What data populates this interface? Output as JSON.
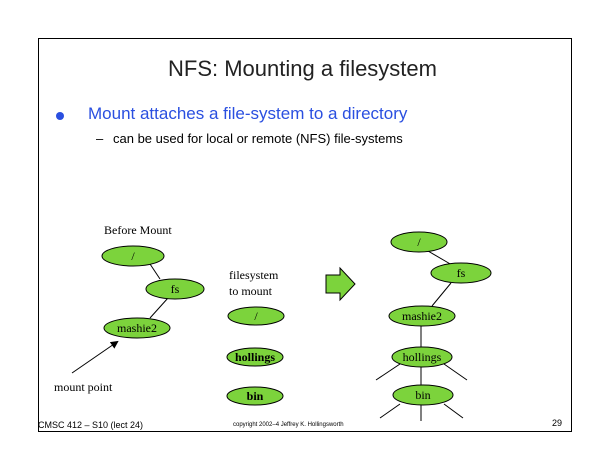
{
  "slide": {
    "title": "NFS: Mounting a filesystem",
    "bullet": "Mount attaches a file-system to a directory",
    "sub_dash": "–",
    "sub_bullet": "can be used for local or remote (NFS) file-systems"
  },
  "diagram": {
    "before_label": "Before Mount",
    "mount_point_label": "mount point",
    "to_mount_label_line1": "filesystem",
    "to_mount_label_line2": "to mount",
    "node_fill": "#7cd33c",
    "before_nodes": {
      "root": "/",
      "fs": "fs",
      "mashie2": "mashie2"
    },
    "mount_nodes": {
      "root": "/",
      "hollings": "hollings",
      "bin": "bin"
    },
    "after_nodes": {
      "root": "/",
      "fs": "fs",
      "mashie2": "mashie2",
      "hollings": "hollings",
      "bin": "bin"
    }
  },
  "footer": {
    "left": "CMSC 412 – S10 (lect 24)",
    "center": "copyright 2002–4 Jeffrey K. Hollingsworth",
    "page": "29"
  }
}
